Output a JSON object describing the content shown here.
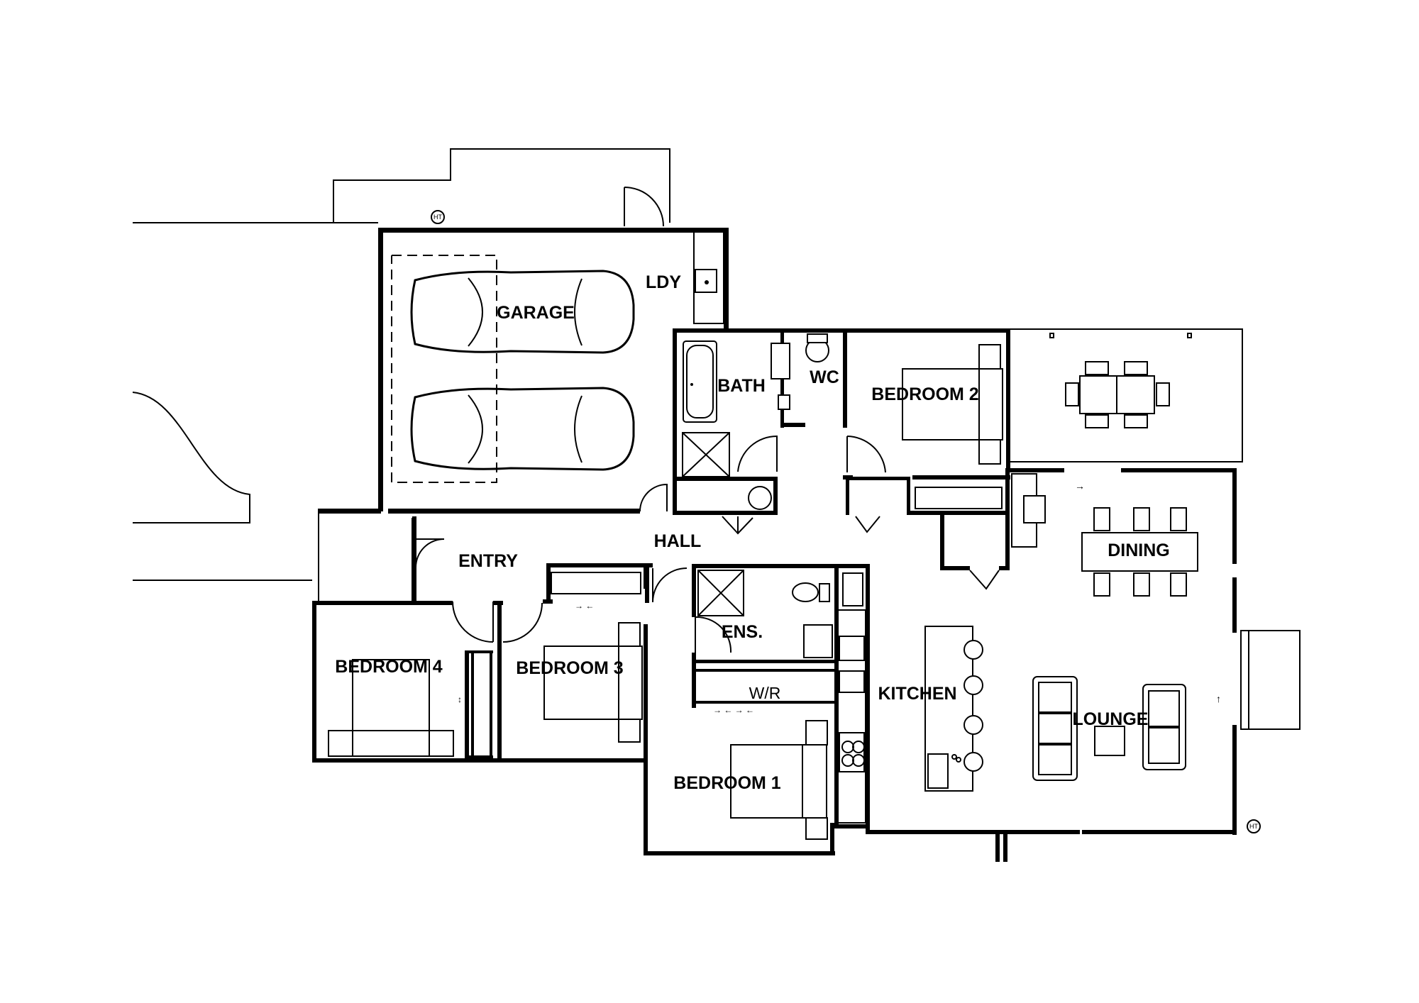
{
  "rooms": {
    "garage": "GARAGE",
    "ldy": "LDY",
    "bath": "BATH",
    "wc": "WC",
    "bedroom2": "BEDROOM 2",
    "hall": "HALL",
    "entry": "ENTRY",
    "dining": "DINING",
    "ens": "ENS.",
    "bedroom4": "BEDROOM 4",
    "bedroom3": "BEDROOM 3",
    "wr": "W/R",
    "kitchen": "KITCHEN",
    "lounge": "LOUNGE",
    "bedroom1": "BEDROOM 1"
  },
  "markers": {
    "ht_top": "HT",
    "ht_bottom": "HT"
  },
  "colors": {
    "line": "#000000",
    "background": "#ffffff"
  }
}
